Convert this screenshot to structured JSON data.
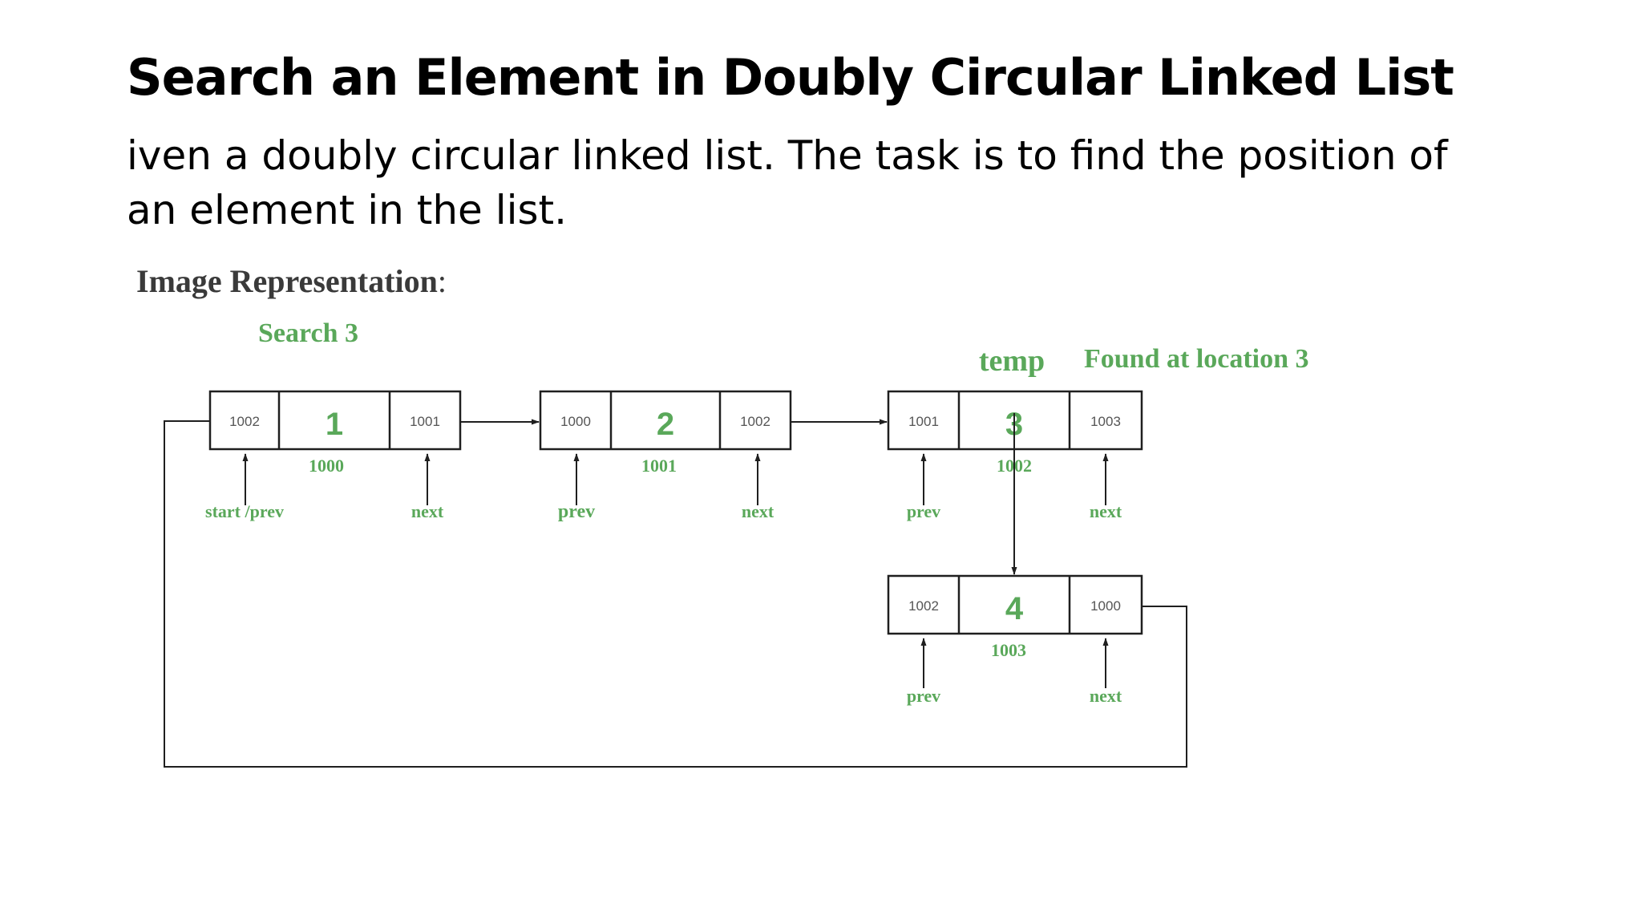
{
  "title": "Search an Element in Doubly Circular Linked List",
  "description": [
    "iven a doubly circular linked list. The task is to find the position of",
    "an element in the list."
  ],
  "diagram": {
    "heading": "Image Representation",
    "heading_suffix": ":",
    "search_label": "Search 3",
    "temp_label": "temp",
    "found_label": "Found at location 3",
    "colors": {
      "green": "#5aa85a",
      "black": "#1f1f1f",
      "gray": "#666666"
    },
    "nodes": [
      {
        "prev": "1002",
        "data": "1",
        "next": "1001",
        "address": "1000",
        "prev_pointer": "start /prev",
        "next_pointer": "next"
      },
      {
        "prev": "1000",
        "data": "2",
        "next": "1002",
        "address": "1001",
        "prev_pointer": "prev",
        "next_pointer": "next"
      },
      {
        "prev": "1001",
        "data": "3",
        "next": "1003",
        "address": "1002",
        "prev_pointer": "prev",
        "next_pointer": "next"
      },
      {
        "prev": "1002",
        "data": "4",
        "next": "1000",
        "address": "1003",
        "prev_pointer": "prev",
        "next_pointer": "next"
      }
    ]
  }
}
